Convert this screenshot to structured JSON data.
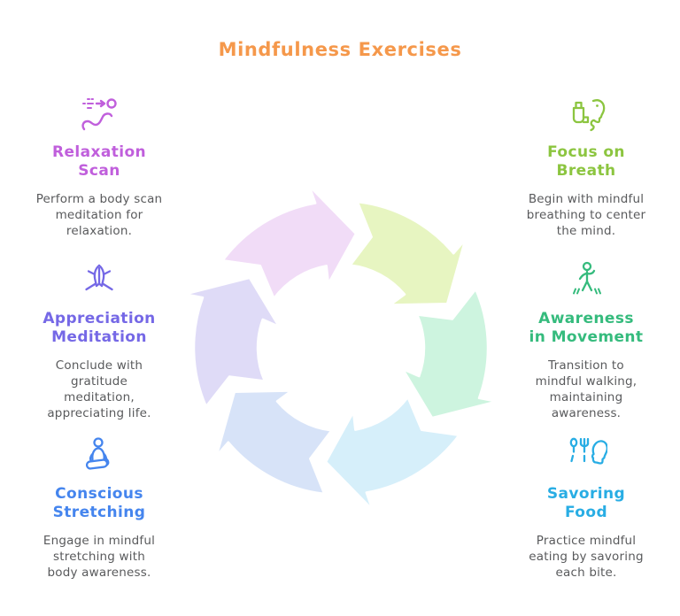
{
  "title": {
    "text": "Mindfulness Exercises",
    "color": "#F5984B"
  },
  "text_color": "#595A5C",
  "center_diagram": {
    "type": "cycle",
    "direction": "clockwise",
    "segments": [
      {
        "name": "relaxation-scan",
        "color": "#F1DCF7"
      },
      {
        "name": "focus-on-breath",
        "color": "#E7F5C1"
      },
      {
        "name": "awareness-in-movement",
        "color": "#CDF4DF"
      },
      {
        "name": "savoring-food",
        "color": "#D6EFFA"
      },
      {
        "name": "conscious-stretching",
        "color": "#D7E3F8"
      },
      {
        "name": "appreciation-meditation",
        "color": "#DFDBF7"
      }
    ]
  },
  "items": [
    {
      "id": "relaxation-scan",
      "icon": "body-scan-icon",
      "color": "#C05FDC",
      "heading": "Relaxation\nScan",
      "description": "Perform a body scan\nmeditation for\nrelaxation."
    },
    {
      "id": "focus-on-breath",
      "icon": "breath-inhaler-icon",
      "color": "#8CC540",
      "heading": "Focus on\nBreath",
      "description": "Begin with mindful\nbreathing to center\nthe mind."
    },
    {
      "id": "appreciation-meditation",
      "icon": "praying-hands-icon",
      "color": "#7568E6",
      "heading": "Appreciation\nMeditation",
      "description": "Conclude with\ngratitude\nmeditation,\nappreciating life."
    },
    {
      "id": "awareness-in-movement",
      "icon": "walking-person-icon",
      "color": "#35BB7D",
      "heading": "Awareness\nin Movement",
      "description": "Transition to\nmindful walking,\nmaintaining\nawareness."
    },
    {
      "id": "conscious-stretching",
      "icon": "meditation-sitting-icon",
      "color": "#4585EE",
      "heading": "Conscious\nStretching",
      "description": "Engage in mindful\nstretching with\nbody awareness."
    },
    {
      "id": "savoring-food",
      "icon": "eating-head-icon",
      "color": "#28ADE4",
      "heading": "Savoring\nFood",
      "description": "Practice mindful\neating by savoring\neach bite."
    }
  ]
}
